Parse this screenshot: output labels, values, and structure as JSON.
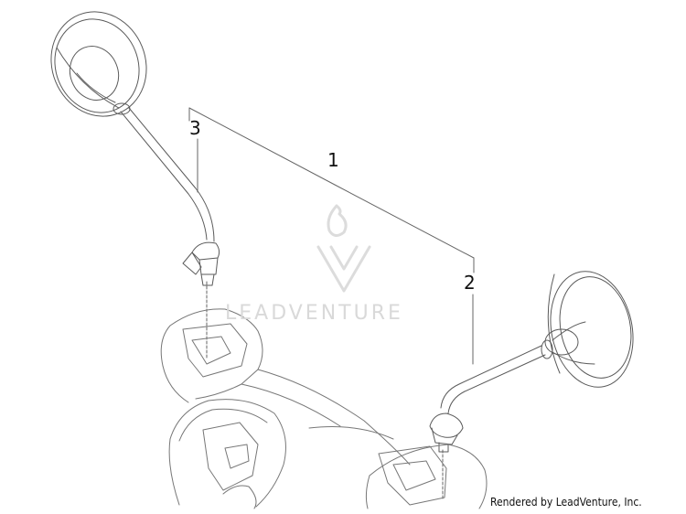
{
  "callouts": {
    "item_1": "1",
    "item_2": "2",
    "item_3": "3"
  },
  "watermark": {
    "brand_text": "LEADVENTURE"
  },
  "footer": {
    "credit": "Rendered by LeadVenture, Inc."
  },
  "colors": {
    "line": "#555555",
    "watermark": "#dcdcdc",
    "text": "#111111"
  }
}
